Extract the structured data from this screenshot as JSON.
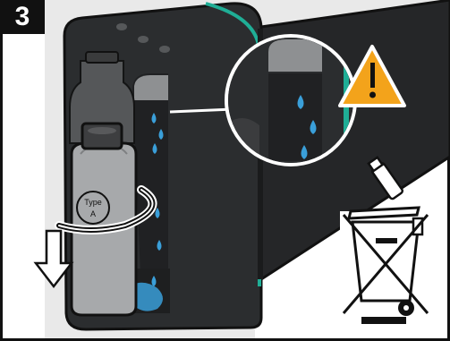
{
  "step": {
    "number": "3"
  },
  "bottle": {
    "label_line1": "Type",
    "label_line2": "A"
  },
  "icons": {
    "warning": "warning-triangle-icon",
    "magnifier": "magnifier-circle",
    "disposal": "crossed-out-wheelie-bin-icon",
    "rotate": "rotate-arrow-icon",
    "down_arrow": "down-arrow-icon"
  },
  "colors": {
    "device_body": "#2b2d2f",
    "device_edge": "#1b1c1d",
    "accent_teal": "#1fae96",
    "warning_fill": "#f3a31b",
    "water_drop": "#3a9fd9",
    "bottle_gray": "#a7a9ab",
    "frame_line": "#111111"
  }
}
